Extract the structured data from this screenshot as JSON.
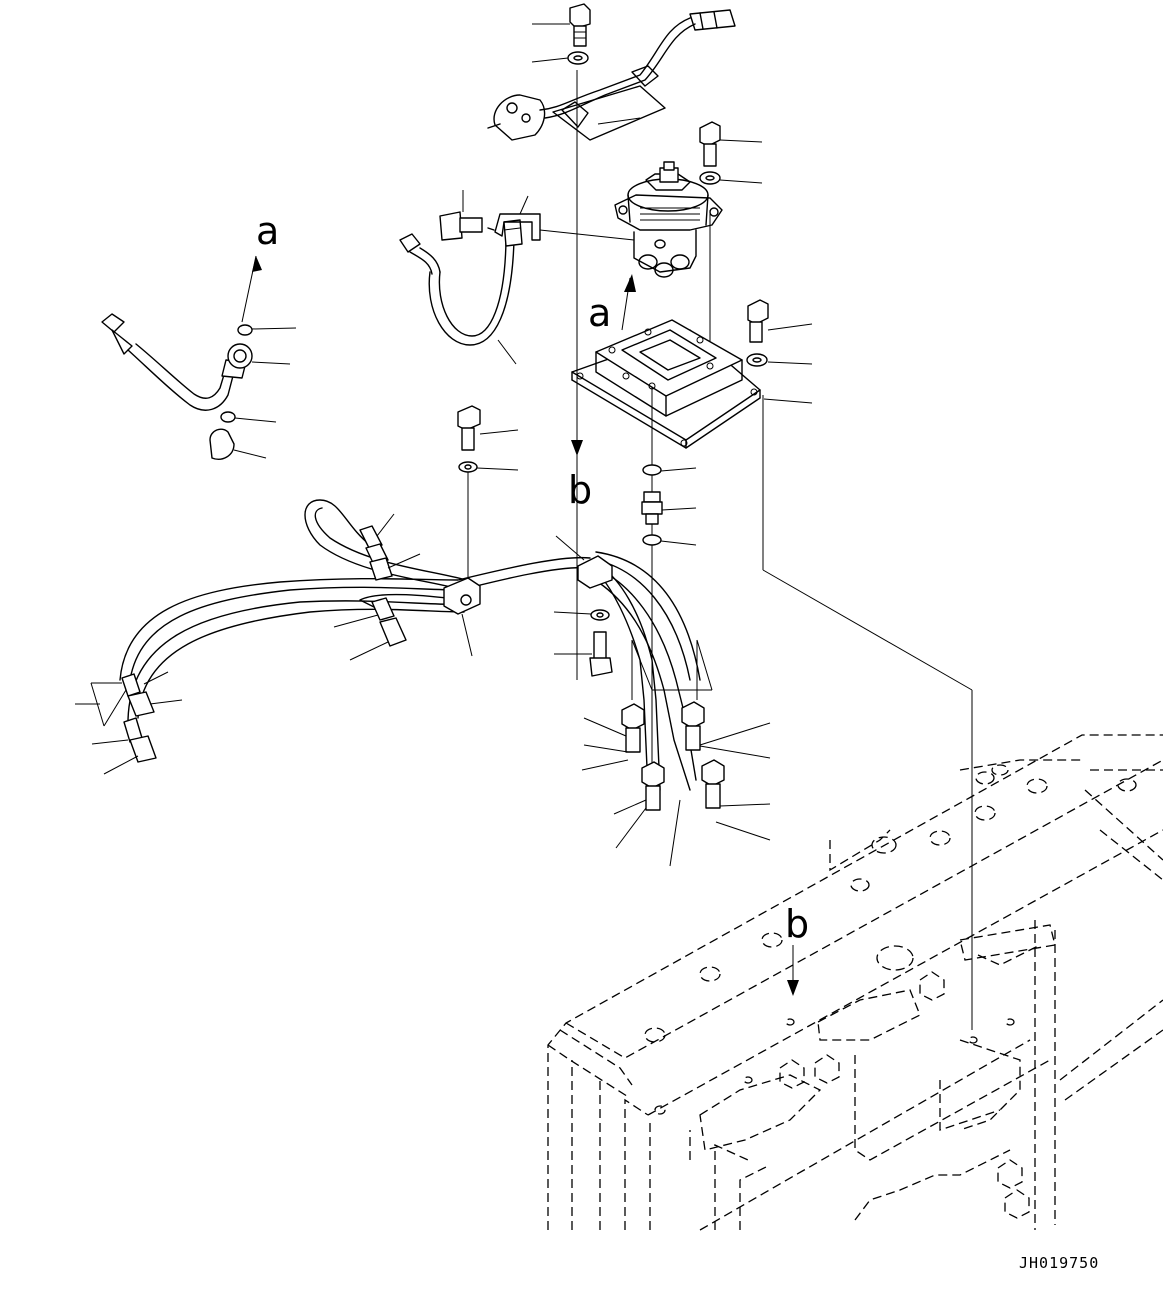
{
  "drawing_id": "JH019750",
  "reference_letters": {
    "a_left": "a",
    "a_valve": "a",
    "b_top": "b",
    "b_frame": "b"
  }
}
